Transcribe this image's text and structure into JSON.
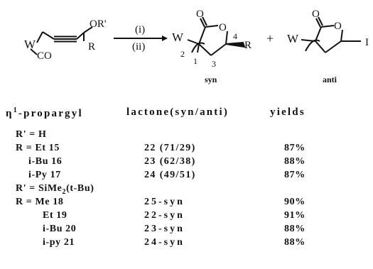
{
  "scheme": {
    "reagent_1": "(i)",
    "reagent_2": "(ii)",
    "reactant": {
      "metal": "W",
      "carbonyl": "CO",
      "o_substituent": "OR'",
      "r_group": "R"
    },
    "syn_product": {
      "metal": "W",
      "carbonyl_o": "O",
      "ring_o": "O",
      "r_group": "R",
      "num_1": "1",
      "num_2": "2",
      "num_3": "3",
      "num_4": "4",
      "label": "syn"
    },
    "plus": "+",
    "anti_product": {
      "metal": "W",
      "carbonyl_o": "O",
      "ring_o": "O",
      "r_group": "I",
      "label": "anti"
    }
  },
  "table": {
    "headers": {
      "eta": "η",
      "eta_sup": "1",
      "col1": "-propargyl",
      "col2": "lactone(syn/anti)",
      "col3": "yields"
    },
    "rows": [
      {
        "substituent": "R' = H",
        "lactone": "",
        "yield": "",
        "indent": 0
      },
      {
        "substituent": "R = Et 15",
        "lactone": "22 (71/29)",
        "yield": "87%",
        "indent": 0
      },
      {
        "substituent": "i-Bu  16",
        "lactone": "23 (62/38)",
        "yield": "88%",
        "indent": 1
      },
      {
        "substituent": "i-Py  17",
        "lactone": "24 (49/51)",
        "yield": "87%",
        "indent": 1
      },
      {
        "substituent": "R' = SiMe",
        "substituent_sub": "2",
        "substituent_after": "(t-Bu)",
        "lactone": "",
        "yield": "",
        "indent": 0
      },
      {
        "substituent": "R = Me 18",
        "lactone": "25-syn",
        "yield": "90%",
        "indent": 0
      },
      {
        "substituent": "Et  19",
        "lactone": "22-syn",
        "yield": "91%",
        "indent": 2
      },
      {
        "substituent": "i-Bu  20",
        "lactone": "23-syn",
        "yield": "88%",
        "indent": 2
      },
      {
        "substituent": "i-py  21",
        "lactone": "24-syn",
        "yield": "88%",
        "indent": 2
      }
    ]
  }
}
